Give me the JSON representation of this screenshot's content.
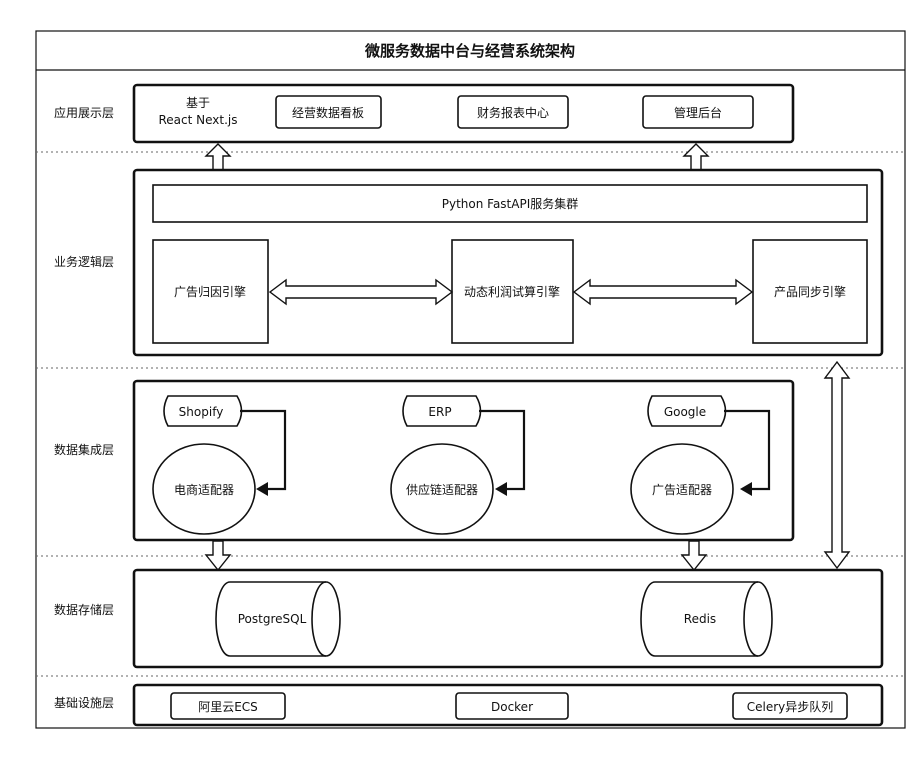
{
  "title": "微服务数据中台与经营系统架构",
  "layers": {
    "app": "应用展示层",
    "logic": "业务逻辑层",
    "integration": "数据集成层",
    "storage": "数据存储层",
    "infra": "基础设施层"
  },
  "app_layer": {
    "basis_line1": "基于",
    "basis_line2": "React Next.js",
    "items": [
      "经营数据看板",
      "财务报表中心",
      "管理后台"
    ]
  },
  "logic_layer": {
    "cluster": "Python FastAPI服务集群",
    "engines": [
      "广告归因引擎",
      "动态利润试算引擎",
      "产品同步引擎"
    ]
  },
  "integration_layer": {
    "sources": [
      "Shopify",
      "ERP",
      "Google"
    ],
    "adapters": [
      "电商适配器",
      "供应链适配器",
      "广告适配器"
    ]
  },
  "storage_layer": {
    "databases": [
      "PostgreSQL",
      "Redis"
    ]
  },
  "infra_layer": {
    "items": [
      "阿里云ECS",
      "Docker",
      "Celery异步队列"
    ]
  }
}
